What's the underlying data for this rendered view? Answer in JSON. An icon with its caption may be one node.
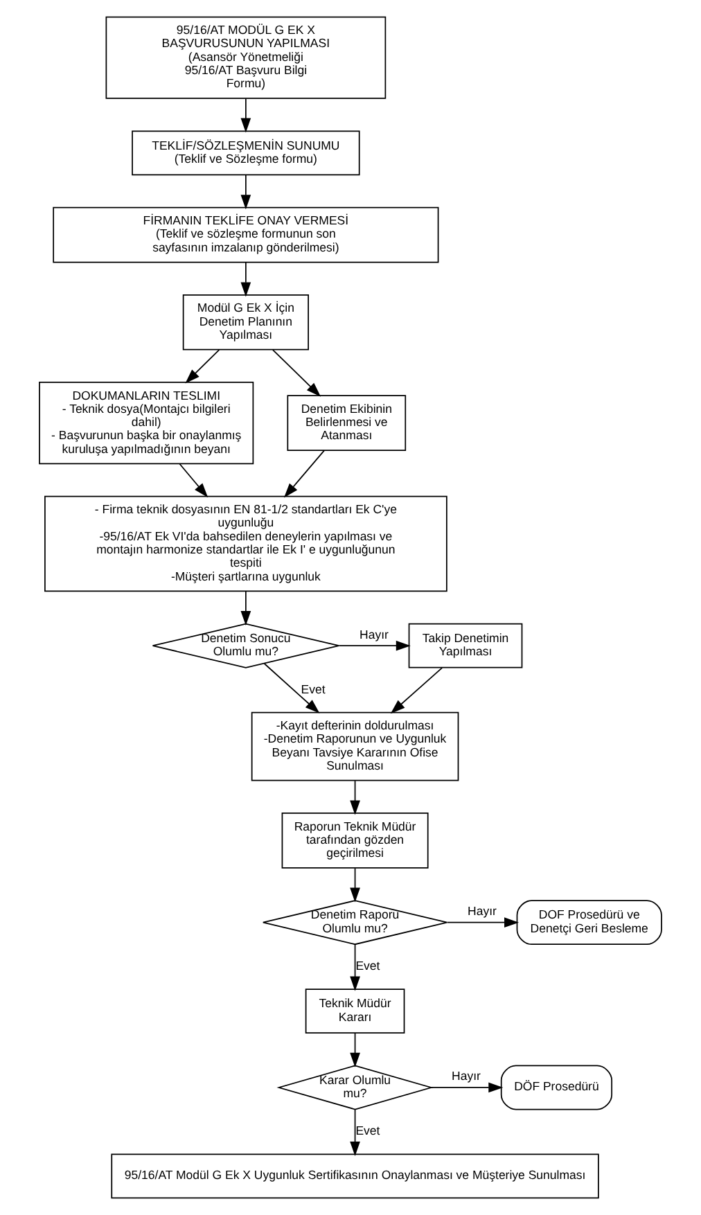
{
  "diagram": {
    "nodes": [
      {
        "text": [
          "95/16/AT MODÜL G EK X BAŞVURUSUNUN YAPILMASI",
          "(Asansör Yönetmeliği 95/16/AT Başvuru Bilgi Formu)"
        ]
      },
      {
        "text": [
          "TEKLİF/SÖZLEŞMENİN SUNUMU",
          "(Teklif ve Sözleşme formu)"
        ]
      },
      {
        "text": [
          "FİRMANIN TEKLİFE ONAY VERMESİ",
          "(Teklif ve sözleşme formunun son sayfasının imzalanıp gönderilmesi)"
        ]
      },
      {
        "text": [
          "Modül G Ek X İçin Denetim Planının Yapılması"
        ]
      },
      {
        "text": [
          "DOKUMANLARIN TESLIMI",
          "- Teknik dosya(Montajcı bilgileri dahil)",
          "- Başvurunun başka bir onaylanmış kuruluşa yapılmadığının beyanı"
        ]
      },
      {
        "text": [
          "Denetim Ekibinin Belirlenmesi ve Atanması"
        ]
      },
      {
        "text": [
          "- Firma teknik dosyasının EN 81-1/2 standartları Ek C'ye uygunluğu",
          "-95/16/AT Ek VI'da bahsedilen deneylerin yapılması ve montajın harmonize standartlar ile Ek I' e uygunluğunun tespiti",
          "-Müşteri şartlarına uygunluk"
        ]
      },
      {
        "text": [
          "Denetim Sonucu Olumlu mu?"
        ]
      },
      {
        "text": [
          "Takip Denetimin Yapılması"
        ]
      },
      {
        "text": [
          "-Kayıt defterinin doldurulması",
          "-Denetim Raporunun ve Uygunluk Beyanı Tavsiye Kararının Ofise Sunulması"
        ]
      },
      {
        "text": [
          "Raporun Teknik Müdür tarafından gözden geçirilmesi"
        ]
      },
      {
        "text": [
          "Denetim Raporu Olumlu mu?"
        ]
      },
      {
        "text": [
          "DOF Prosedürü ve Denetçi Geri Besleme"
        ]
      },
      {
        "text": [
          "Teknik Müdür Kararı"
        ]
      },
      {
        "text": [
          "Karar Olumlu mu?"
        ]
      },
      {
        "text": [
          "DÖF Prosedürü"
        ]
      },
      {
        "text": [
          "95/16/AT Modül G Ek X Uygunluk Sertifikasının Onaylanması ve Müşteriye Sunulması"
        ]
      }
    ],
    "edges": [
      {
        "from": 0,
        "to": 1,
        "arrow": "to"
      },
      {
        "from": 1,
        "to": 2,
        "arrow": "to"
      },
      {
        "from": 2,
        "to": 3,
        "arrow": "to"
      },
      {
        "from": 3,
        "to": 4,
        "arrow": "to"
      },
      {
        "from": 3,
        "to": 5,
        "arrow": "to"
      },
      {
        "from": 4,
        "to": 6,
        "arrow": "to"
      },
      {
        "from": 5,
        "to": 6,
        "arrow": "to"
      },
      {
        "from": 6,
        "to": 7,
        "arrow": "to"
      },
      {
        "from": 7,
        "to": 8,
        "arrow": "to",
        "label": "Hayır"
      },
      {
        "from": 7,
        "to": 9,
        "arrow": "to",
        "label": "Evet"
      },
      {
        "from": 8,
        "to": 9,
        "arrow": "to"
      },
      {
        "from": 9,
        "to": 10,
        "arrow": "to"
      },
      {
        "from": 10,
        "to": 11,
        "arrow": "to"
      },
      {
        "from": 11,
        "to": 12,
        "arrow": "to",
        "label": "Hayır"
      },
      {
        "from": 11,
        "to": 13,
        "arrow": "to",
        "label": "Evet"
      },
      {
        "from": 13,
        "to": 14,
        "arrow": "to"
      },
      {
        "from": 14,
        "to": 15,
        "arrow": "to",
        "label": "Hayır"
      },
      {
        "from": 14,
        "to": 16,
        "arrow": "to",
        "label": "Evet"
      }
    ]
  }
}
